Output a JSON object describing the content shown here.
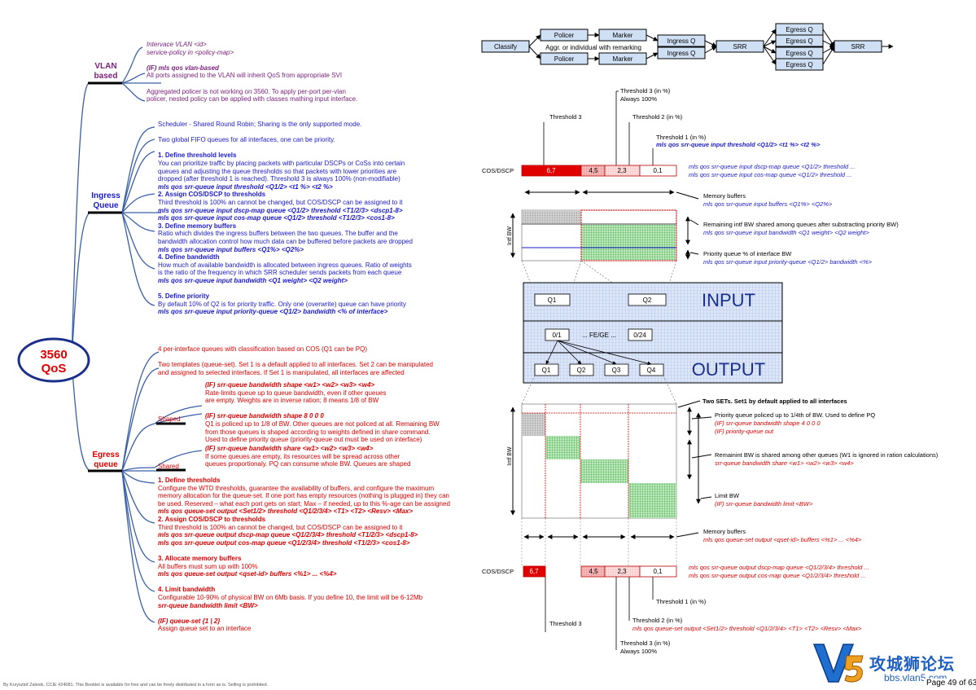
{
  "center": {
    "title": "3560",
    "subtitle": "QoS"
  },
  "branches": {
    "vlan": "VLAN\nbased",
    "ingress": "Ingress\nQueue",
    "egress": "Egress\nqueue",
    "shaped": "Shaped",
    "shared": "Shared"
  },
  "vlan_lines": [
    {
      "t": "Intervace VLAN <id>",
      "c": "purple it"
    },
    {
      "t": " service-policy in <policy-map>",
      "c": "purple it"
    },
    {
      "t": "",
      "c": ""
    },
    {
      "t": "(IF) mls qos vlan-based",
      "c": "purple it b"
    },
    {
      "t": "All ports assigned to the VLAN will inherit QoS from appropriate SVI",
      "c": "purple"
    },
    {
      "t": "",
      "c": ""
    },
    {
      "t": "Aggregated policer is not working on 3560. To apply per-port per-vlan",
      "c": "purple"
    },
    {
      "t": "policer, nested policy can be applied with classes mathing input interface.",
      "c": "purple"
    }
  ],
  "ingress_lines": [
    {
      "t": "Scheduler - Shared Round Robin; Sharing is the only supported mode.",
      "c": "blue"
    },
    {
      "t": "",
      "c": ""
    },
    {
      "t": "Two global FIFO queues for all interfaces, one can be priority.",
      "c": "blue"
    },
    {
      "t": "",
      "c": ""
    },
    {
      "t": "1. Define threshold levels",
      "c": "blue b"
    },
    {
      "t": "You can prioritize traffic by placing packets with particular DSCPs or CoSs into certain",
      "c": "blue"
    },
    {
      "t": "queues and adjusting the queue thresholds so that packets with lower priorities are",
      "c": "blue"
    },
    {
      "t": "dropped (after threshold 1 is reached). Threshold 3 is always 100% (non-modifiable)",
      "c": "blue"
    },
    {
      "t": "mls qos srr-queue input threshold <Q1/2> <t1 %> <t2 %>",
      "c": "blue it b"
    },
    {
      "t": "2. Assign COS/DSCP to thresholds",
      "c": "blue b"
    },
    {
      "t": "Third threshold is 100% an cannot be changed, but COS/DSCP can be assigned to it",
      "c": "blue"
    },
    {
      "t": "mls qos srr-queue input dscp-map queue <Q1/2> threshold <T1/2/3> <dscp1-8>",
      "c": "blue it b"
    },
    {
      "t": "mls qos srr-queue input cos-map queue <Q1/2> threshold <T1/2/3> <cos1-8>",
      "c": "blue it b"
    },
    {
      "t": "3. Define memory buffers",
      "c": "blue b"
    },
    {
      "t": "Ratio which divides the ingress buffers between the two queues. The buffer and the",
      "c": "blue"
    },
    {
      "t": "bandwidth allocation control how much data can be buffered before packets are dropped",
      "c": "blue"
    },
    {
      "t": "mls qos srr-queue input buffers <Q1%> <Q2%>",
      "c": "blue it b"
    },
    {
      "t": "4. Define bandwidth",
      "c": "blue b"
    },
    {
      "t": "How much of available bandwidth is allocated between ingress queues. Ratio of weights",
      "c": "blue"
    },
    {
      "t": "is the ratio of the frequency in which SRR scheduler sends packets from each queue",
      "c": "blue"
    },
    {
      "t": "mls qos srr-queue input bandwidth <Q1 weight> <Q2 weight>",
      "c": "blue it b"
    },
    {
      "t": "",
      "c": ""
    },
    {
      "t": "5. Define priority",
      "c": "blue b"
    },
    {
      "t": "By default 10% of Q2 is for priority traffic. Only one (overwrite) queue can have priority",
      "c": "blue"
    },
    {
      "t": "mls qos srr-queue input priority-queue <Q1/2> bandwidth <% of interface>",
      "c": "blue it b"
    }
  ],
  "egress_top_lines": [
    {
      "t": "4 per-interface queues with classification based on COS (Q1 can be PQ)",
      "c": "red"
    },
    {
      "t": "",
      "c": ""
    },
    {
      "t": "Two templates (queue-set). Set 1 is a default applied to all interfaces. Set 2 can be manipulated",
      "c": "red"
    },
    {
      "t": "and assigned to selected interfaces. If Set 1 is manipulated, all interfaces are affected",
      "c": "red"
    }
  ],
  "shaped_lines": [
    {
      "t": "(IF) srr-queue bandwidth shape <w1> <w2> <w3> <w4>",
      "c": "red it b"
    },
    {
      "t": "Rate-limits queue up to queue bandwidth, even if other queues",
      "c": "red"
    },
    {
      "t": "are empty. Weights are in inverse ration; 8 means 1/8 of BW",
      "c": "red"
    },
    {
      "t": "",
      "c": ""
    },
    {
      "t": "(IF) srr-queue bandwidth shape 8 0 0 0",
      "c": "red it b"
    },
    {
      "t": "Q1 is policed up to 1/8 of BW. Other queues are not policed at all. Remaining BW",
      "c": "red"
    },
    {
      "t": "from those queues is shaped according to weights defined in share command.",
      "c": "red"
    },
    {
      "t": "Used to define priority queue (priority-queue out must be used on interface)",
      "c": "red"
    }
  ],
  "shared_lines": [
    {
      "t": "(IF) srr-queue bandwidth share <w1> <w2> <w3> <w4>",
      "c": "red it b"
    },
    {
      "t": "If some queues are empty, its resources will be spread across other",
      "c": "red"
    },
    {
      "t": "queues proportionaly. PQ can consume whole BW. Queues are shaped",
      "c": "red"
    }
  ],
  "egress_lines": [
    {
      "t": "1. Define thresholds",
      "c": "red b"
    },
    {
      "t": "Configure the WTD thresholds, guarantee the availability of buffers, and configure the maximum",
      "c": "red"
    },
    {
      "t": "memory allocation for the queue-set. If one port has empty resources (nothing is plugged in) they can",
      "c": "red"
    },
    {
      "t": "be used. Reserved – what each port gets on start; Max – if needed, up to this %-age can be assigned",
      "c": "red"
    },
    {
      "t": "mls qos queue-set output <Set1/2> threshold <Q1/2/3/4> <T1> <T2> <Resv> <Max>",
      "c": "red it b"
    },
    {
      "t": "2. Assign COS/DSCP to thresholds",
      "c": "red b"
    },
    {
      "t": "Third threshold is 100% an cannot be changed, but COS/DSCP can be assigned to it",
      "c": "red"
    },
    {
      "t": "mls qos srr-queue output dscp-map queue <Q1/2/3/4> threshold <T1/2/3> <dscp1-8>",
      "c": "red it b"
    },
    {
      "t": "mls qos srr-queue output cos-map queue <Q1/2/3/4> threshold <T1/2/3> <cos1-8>",
      "c": "red it b"
    },
    {
      "t": "",
      "c": ""
    },
    {
      "t": "3. Allocate memory buffers",
      "c": "red b"
    },
    {
      "t": "All buffers must sum up with 100%",
      "c": "red"
    },
    {
      "t": "mls qos queue-set output <qset-id> buffers <%1> ... <%4>",
      "c": "red it b"
    },
    {
      "t": "",
      "c": ""
    },
    {
      "t": "4. Limit bandwidth",
      "c": "red b"
    },
    {
      "t": "Configurable 10-90% of physical BW on 6Mb basis. If you define 10, the limit will be 6-12Mb",
      "c": "red"
    },
    {
      "t": "srr-queue bandwidth limit <BW>",
      "c": "red it b"
    },
    {
      "t": "",
      "c": ""
    },
    {
      "t": "(IF) queue-set {1 | 2}",
      "c": "red it b"
    },
    {
      "t": "Assign queue set to an interface",
      "c": "red"
    }
  ],
  "flow": {
    "classify": "Classify",
    "policer": "Policer",
    "marker": "Marker",
    "aggr": "Aggr. or individual with remarking",
    "ingress_q": "Ingress Q",
    "srr": "SRR",
    "egress_q": "Egress Q"
  },
  "ingress_diagram": {
    "threshold3": "Threshold 3 (in %)",
    "always100": "Always 100%",
    "threshold3_short": "Threshold 3",
    "threshold2": "Threshold 2 (in %)",
    "threshold1": "Threshold 1 (in %)",
    "threshold1_cmd": "mls qos srr-queue input threshold <Q1/2> <t1 %> <t2 %>",
    "cos_dscp": "COS/DSCP",
    "cells": [
      "6,7",
      "4,5",
      "2,3",
      "0,1"
    ],
    "dscp_cmd": "mls qos srr-queue input dscp-map queue <Q1/2> threshold ...",
    "cos_cmd": "mls qos srr-queue input cos-map queue <Q1/2> threshold ...",
    "mem": "Memory buffers",
    "mem_cmd": "mls qos srr-queue input buffers <Q1%> <Q2%>",
    "remaining": "Remaining intf BW shared among queues after substracting priority BW)",
    "remaining_cmd": "mls qos srr-queue input bandwidth <Q1 weight> <Q2 weight>",
    "priority": "Priority queue % of interface BW",
    "priority_cmd": "mls qos srr-queue input priority-queue <Q1/2> bandwidth <%>",
    "intf_bw": "Intf BW"
  },
  "switch": {
    "input": "INPUT",
    "output": "OUTPUT",
    "q1": "Q1",
    "q2": "Q2",
    "q3": "Q3",
    "q4": "Q4",
    "p01": "0/1",
    "fege": "... FE/GE ...",
    "p024": "0/24"
  },
  "egress_diagram": {
    "sets": "Two SETs. Set1 by default applied to all interfaces",
    "pq": "Priority queue policed up to 1/4th of BW. Used to define PQ",
    "pq_cmd1": "(IF) srr-queue bandwidth shape 4 0 0 0",
    "pq_cmd2": "(IF) priority-queue out",
    "remain": "Remainint BW is shared among other queues (W1 is ignored in ration calculations)",
    "remain_cmd": "srr-queue bandwidth share <w1> <w2> <w3> <w4>",
    "limit": "Limit BW",
    "limit_cmd": "(IF) srr-queue bandwidth limit <BW>",
    "mem": "Memory buffers",
    "mem_cmd": "mls qos queue-set output <qset-id> buffers <%1> ... <%4>",
    "cos_dscp": "COS/DSCP",
    "cells": [
      "6,7",
      "4,5",
      "2,3",
      "0,1"
    ],
    "dscp_cmd": "mls qos srr-queue output dscp-map queue <Q1/2/3/4> threshold ...",
    "cos_cmd": "mls qos srr-queue output cos-map queue <Q1/2/3/4> threshold ...",
    "threshold1": "Threshold 1 (in %)",
    "threshold2": "Threshold 2 (in %)",
    "threshold2_cmd": "mls qos queue-set output <Set1/2> threshold <Q1/2/3/4> <T1> <T2> <Resv> <Max>",
    "threshold3": "Threshold 3",
    "threshold3b": "Threshold 3 (in %)",
    "always100": "Always 100%",
    "intf_bw": "Intf BW"
  },
  "footer": {
    "credit": "By Krzysztof Zaleski, CCIE #24081. This Booklet is available for free and can be freely distributed in a form as is. Selling is prohibited.",
    "page": "Page 49 of 63",
    "logo_text": "攻城狮论坛",
    "logo_url": "bbs.vlan5.com"
  },
  "colors": {
    "red": "#e00000",
    "blue": "#1a1ad2",
    "purple": "#7a1e7a",
    "green": "#18a018",
    "panel": "#c8d8f4"
  }
}
